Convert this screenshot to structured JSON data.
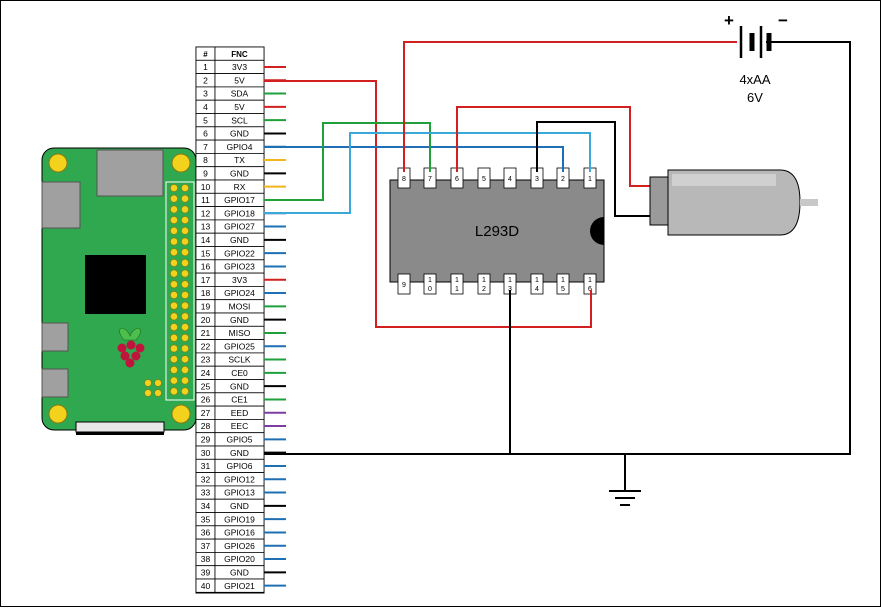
{
  "header": {
    "num_label": "#",
    "fnc_label": "FNC"
  },
  "pins": [
    {
      "num": "1",
      "fnc": "3V3",
      "color": "#d21f1f"
    },
    {
      "num": "2",
      "fnc": "5V",
      "color": "#d21f1f"
    },
    {
      "num": "3",
      "fnc": "SDA",
      "color": "#1fa03a"
    },
    {
      "num": "4",
      "fnc": "5V",
      "color": "#d21f1f"
    },
    {
      "num": "5",
      "fnc": "SCL",
      "color": "#1fa03a"
    },
    {
      "num": "6",
      "fnc": "GND",
      "color": "#000000"
    },
    {
      "num": "7",
      "fnc": "GPIO4",
      "color": "#1f6fb5"
    },
    {
      "num": "8",
      "fnc": "TX",
      "color": "#f2b51c"
    },
    {
      "num": "9",
      "fnc": "GND",
      "color": "#000000"
    },
    {
      "num": "10",
      "fnc": "RX",
      "color": "#f2b51c"
    },
    {
      "num": "11",
      "fnc": "GPIO17",
      "color": "#1f6fb5"
    },
    {
      "num": "12",
      "fnc": "GPIO18",
      "color": "#1f6fb5"
    },
    {
      "num": "13",
      "fnc": "GPIO27",
      "color": "#1f6fb5"
    },
    {
      "num": "14",
      "fnc": "GND",
      "color": "#000000"
    },
    {
      "num": "15",
      "fnc": "GPIO22",
      "color": "#1f6fb5"
    },
    {
      "num": "16",
      "fnc": "GPIO23",
      "color": "#1f6fb5"
    },
    {
      "num": "17",
      "fnc": "3V3",
      "color": "#d21f1f"
    },
    {
      "num": "18",
      "fnc": "GPIO24",
      "color": "#1f6fb5"
    },
    {
      "num": "19",
      "fnc": "MOSI",
      "color": "#1fa03a"
    },
    {
      "num": "20",
      "fnc": "GND",
      "color": "#000000"
    },
    {
      "num": "21",
      "fnc": "MISO",
      "color": "#1fa03a"
    },
    {
      "num": "22",
      "fnc": "GPIO25",
      "color": "#1f6fb5"
    },
    {
      "num": "23",
      "fnc": "SCLK",
      "color": "#1fa03a"
    },
    {
      "num": "24",
      "fnc": "CE0",
      "color": "#1fa03a"
    },
    {
      "num": "25",
      "fnc": "GND",
      "color": "#000000"
    },
    {
      "num": "26",
      "fnc": "CE1",
      "color": "#1fa03a"
    },
    {
      "num": "27",
      "fnc": "EED",
      "color": "#7a3fa0"
    },
    {
      "num": "28",
      "fnc": "EEC",
      "color": "#7a3fa0"
    },
    {
      "num": "29",
      "fnc": "GPIO5",
      "color": "#1f6fb5"
    },
    {
      "num": "30",
      "fnc": "GND",
      "color": "#000000"
    },
    {
      "num": "31",
      "fnc": "GPIO6",
      "color": "#1f6fb5"
    },
    {
      "num": "32",
      "fnc": "GPIO12",
      "color": "#1f6fb5"
    },
    {
      "num": "33",
      "fnc": "GPIO13",
      "color": "#1f6fb5"
    },
    {
      "num": "34",
      "fnc": "GND",
      "color": "#000000"
    },
    {
      "num": "35",
      "fnc": "GPIO19",
      "color": "#1f6fb5"
    },
    {
      "num": "36",
      "fnc": "GPIO16",
      "color": "#1f6fb5"
    },
    {
      "num": "37",
      "fnc": "GPIO26",
      "color": "#1f6fb5"
    },
    {
      "num": "38",
      "fnc": "GPIO20",
      "color": "#1f6fb5"
    },
    {
      "num": "39",
      "fnc": "GND",
      "color": "#000000"
    },
    {
      "num": "40",
      "fnc": "GPIO21",
      "color": "#1f6fb5"
    }
  ],
  "chip": {
    "name": "L293D",
    "top_pins": [
      "8",
      "7",
      "6",
      "5",
      "4",
      "3",
      "2",
      "1"
    ],
    "bottom_pins": [
      [
        "9"
      ],
      [
        "1",
        "0"
      ],
      [
        "1",
        "1"
      ],
      [
        "1",
        "2"
      ],
      [
        "1",
        "3"
      ],
      [
        "1",
        "4"
      ],
      [
        "1",
        "5"
      ],
      [
        "1",
        "6"
      ]
    ]
  },
  "battery": {
    "plus": "+",
    "minus": "−",
    "label": "4xAA",
    "voltage": "6V"
  },
  "colors": {
    "wire_red": "#d21f1f",
    "wire_green": "#1fa03a",
    "wire_blue_dark": "#1f6fb5",
    "wire_blue_light": "#3aa8d8",
    "wire_black": "#000000",
    "board_green": "#2fa84f",
    "chip_gray": "#8a8a8a"
  }
}
